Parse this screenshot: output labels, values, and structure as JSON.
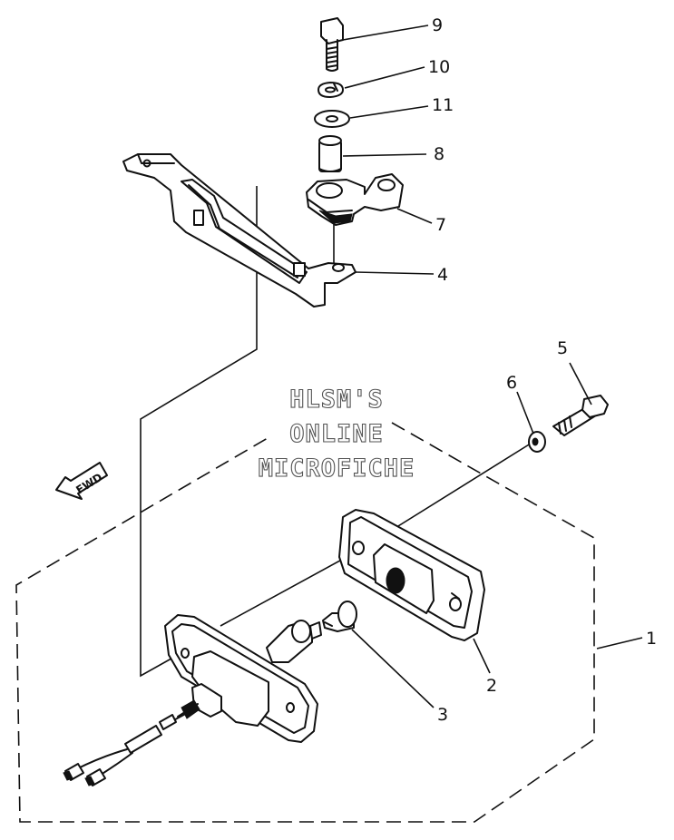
{
  "callouts": {
    "c1": "1",
    "c2": "2",
    "c3": "3",
    "c4": "4",
    "c5": "5",
    "c6": "6",
    "c7": "7",
    "c8": "8",
    "c9": "9",
    "c10": "10",
    "c11": "11"
  },
  "fwd_label": "FWD",
  "watermark": {
    "line1": "HLSM'S",
    "line2": "ONLINE",
    "line3": "MICROFICHE"
  }
}
